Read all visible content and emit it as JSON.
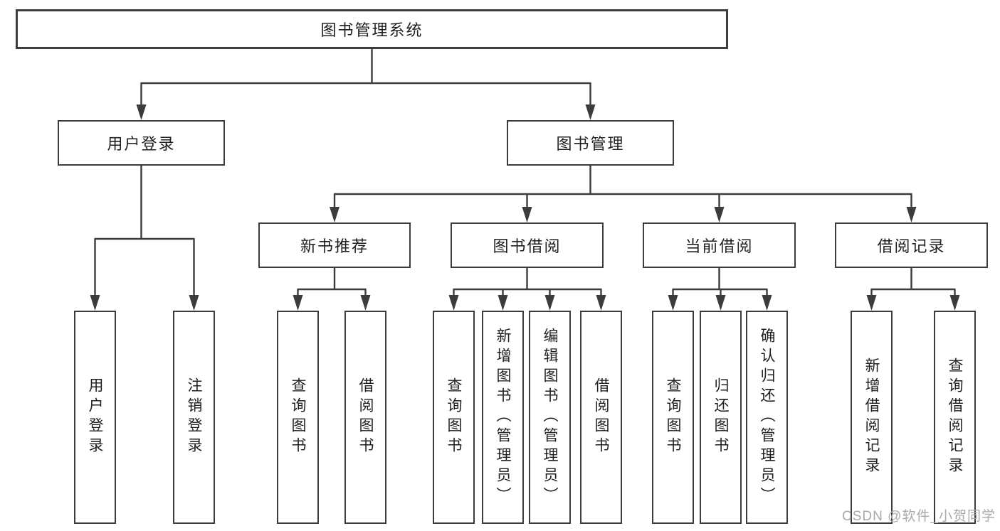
{
  "tree": {
    "label": "图书管理系统",
    "children": [
      {
        "label": "用户登录",
        "children": [
          {
            "label": "用户登录"
          },
          {
            "label": "注销登录"
          }
        ]
      },
      {
        "label": "图书管理",
        "children": [
          {
            "label": "新书推荐",
            "children": [
              {
                "label": "查询图书"
              },
              {
                "label": "借阅图书"
              }
            ]
          },
          {
            "label": "图书借阅",
            "children": [
              {
                "label": "查询图书"
              },
              {
                "label": "新增图书（管理员）"
              },
              {
                "label": "编辑图书（管理员）"
              },
              {
                "label": "借阅图书"
              }
            ]
          },
          {
            "label": "当前借阅",
            "children": [
              {
                "label": "查询图书"
              },
              {
                "label": "归还图书"
              },
              {
                "label": "确认归还（管理员）"
              }
            ]
          },
          {
            "label": "借阅记录",
            "children": [
              {
                "label": "新增借阅记录"
              },
              {
                "label": "查询借阅记录"
              }
            ]
          }
        ]
      }
    ]
  },
  "watermark": "CSDN @软件_小贺同学",
  "colors": {
    "line": "#3c3c3c",
    "text": "#1f1f1f",
    "watermark": "#a9a9a9",
    "background": "#ffffff"
  }
}
